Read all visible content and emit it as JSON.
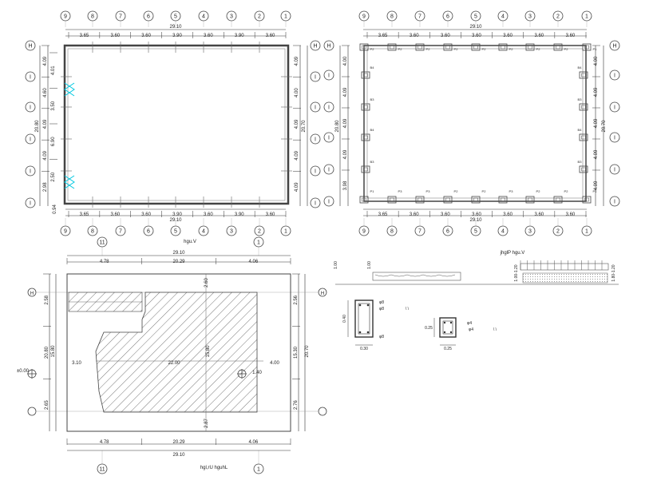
{
  "plan_a": {
    "top_grid": [
      "9",
      "8",
      "7",
      "6",
      "5",
      "4",
      "3",
      "2",
      "1"
    ],
    "bottom_grid": [
      "9",
      "8",
      "7",
      "6",
      "5",
      "4",
      "3",
      "2",
      "1"
    ],
    "left_grid": [
      "H",
      "I",
      "I",
      "I",
      "I",
      "I"
    ],
    "right_grid": [
      "H",
      "I",
      "I",
      "I",
      "I",
      "I"
    ],
    "top_total": "29.10",
    "top_dims": [
      "3.65",
      "3.60",
      "3.60",
      "3.90",
      "3.60",
      "3.90",
      "3.60"
    ],
    "bottom_total": "29.10",
    "bottom_dims": [
      "3.65",
      "3.60",
      "3.60",
      "3.90",
      "3.60",
      "3.90",
      "3.60"
    ],
    "left_dims": [
      "4.09",
      "4.60",
      "4.09",
      "4.09",
      "2.98"
    ],
    "left_inner": [
      "4.01",
      "3.50",
      "6.90",
      "2.50"
    ],
    "left_total": "20.80",
    "left_bottom": "0.94",
    "right_dims": [
      "4.09",
      "4.00",
      "4.09",
      "4.09",
      "4.09"
    ],
    "right_total": "20.70"
  },
  "plan_b": {
    "top_grid": [
      "9",
      "8",
      "7",
      "6",
      "5",
      "4",
      "3",
      "2",
      "1"
    ],
    "bottom_grid": [
      "9",
      "8",
      "7",
      "6",
      "5",
      "4",
      "3",
      "2",
      "1"
    ],
    "left_grid": [
      "H",
      "I",
      "I",
      "I",
      "I",
      "I"
    ],
    "right_grid": [
      "H",
      "I",
      "I",
      "I",
      "I",
      "I"
    ],
    "top_total": "29.10",
    "top_dims": [
      "3.65",
      "3.60",
      "3.60",
      "3.60",
      "3.60",
      "3.60",
      "3.60"
    ],
    "bottom_total": "29.10",
    "bottom_dims": [
      "3.65",
      "3.60",
      "3.60",
      "3.60",
      "3.60",
      "3.60",
      "3.60"
    ],
    "left_dims": [
      "4.00",
      "4.09",
      "4.09",
      "4.09",
      "3.98"
    ],
    "left_total": "20.80",
    "right_dims": [
      "4.00",
      "4.09",
      "4.09",
      "4.09",
      "4.09"
    ],
    "right_total": "20.70",
    "column_tags_top": [
      "P2",
      "P2",
      "P2",
      "P2",
      "P2",
      "P2",
      "P2",
      "P2",
      "P1"
    ],
    "column_tags_bottom": [
      "P1",
      "P3",
      "P3",
      "P2",
      "P2",
      "P3",
      "P2",
      "P2",
      "P1"
    ],
    "side_tags": [
      "B4",
      "B3",
      "B4",
      "B3"
    ]
  },
  "plan_a_title": "hgu.V",
  "floor": {
    "title": "hgl,rU hguhL",
    "top_grid": [
      "11",
      "1"
    ],
    "bottom_grid": [
      "11",
      "1"
    ],
    "top_total": "29.10",
    "top_dims": [
      "4.78",
      "20.29",
      "4.06"
    ],
    "bottom_total": "29.10",
    "bottom_dims": [
      "4.78",
      "20.29",
      "4.06"
    ],
    "left_dims": [
      "2.58",
      "20.80",
      "2.65"
    ],
    "left_inner": "15.80",
    "right_dims": [
      "2.56",
      "15.30",
      "2.76"
    ],
    "right_total": "20.70",
    "interior_labels": [
      "2.60",
      "3.10",
      "22.00",
      "15.80",
      "4.00",
      "2.87",
      "1.40"
    ],
    "level_label": "±0.00"
  },
  "details": {
    "elevation_title": "jhglP hgu.V",
    "elev_dims": [
      "1.00",
      "1.00",
      "1.00-1.20",
      "1.80-1.20"
    ],
    "col1_dims": [
      "0.40",
      "0.30"
    ],
    "col1_notes": [
      "φ8",
      "φ8",
      "φ8",
      "\\ \\"
    ],
    "col2_dims": [
      "0.25",
      "0.25"
    ],
    "col2_notes": [
      "φ4",
      "φ4",
      "\\ \\"
    ]
  }
}
